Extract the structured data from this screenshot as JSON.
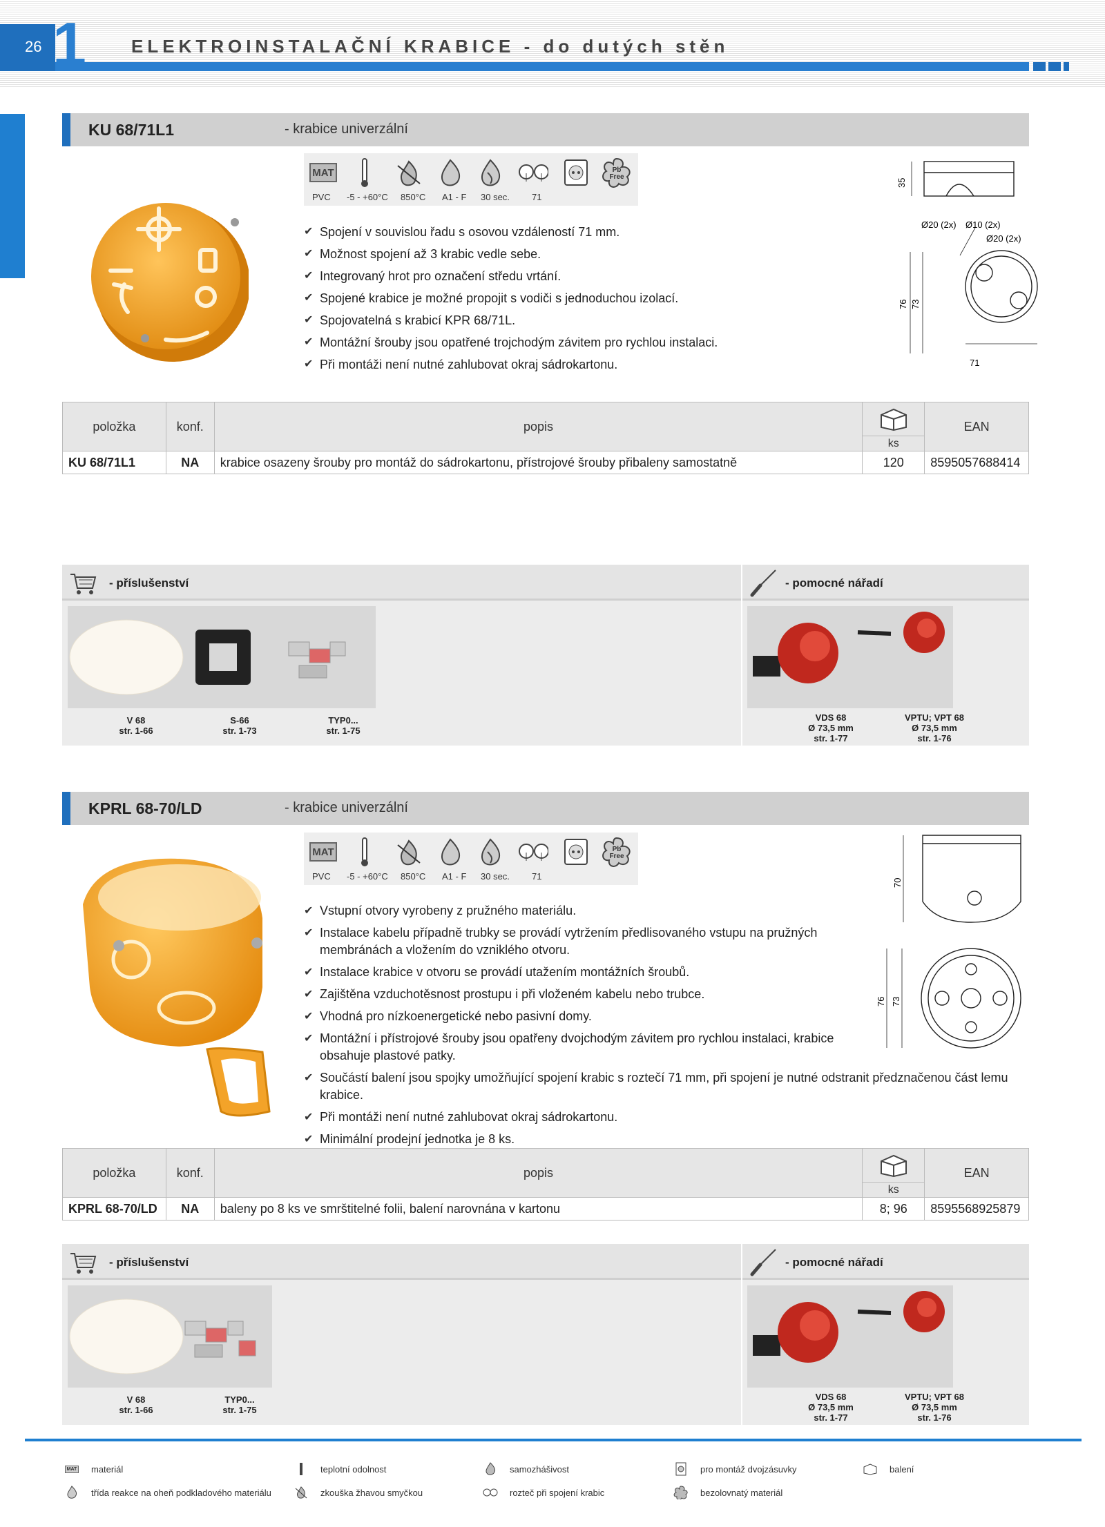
{
  "header": {
    "page_number": "26",
    "chapter": "1",
    "title": "ELEKTROINSTALAČNÍ KRABICE - do dutých stěn"
  },
  "icon_labels": [
    "PVC",
    "-5 - +60°C",
    "850°C",
    "A1 - F",
    "30 sec.",
    "71"
  ],
  "icon_mat": "MAT",
  "icon_pbfree": "Pb Free",
  "products": [
    {
      "code": "KU 68/71L1",
      "desc": "- krabice univerzální",
      "bullets": [
        "Spojení v souvislou řadu s osovou vzdáleností 71 mm.",
        "Možnost spojení až 3 krabic vedle sebe.",
        "Integrovaný hrot pro označení středu vrtání.",
        "Spojené krabice je možné propojit s vodiči s jednoduchou izolací.",
        "Spojovatelná s krabicí KPR 68/71L.",
        "Montážní šrouby jsou opatřené trojchodým závitem pro rychlou instalaci.",
        "Při montáži není nutné zahlubovat okraj sádrokartonu."
      ],
      "drawing": {
        "height": "35",
        "holes_a": "Ø20 (2x)",
        "holes_b": "Ø10 (2x)",
        "holes_c": "Ø20 (2x)",
        "outer": "76",
        "inner": "73",
        "width": "71"
      },
      "table": {
        "item": "KU 68/71L1",
        "conf": "NA",
        "desc": "krabice osazeny šrouby pro montáž do sádrokartonu, přístrojové šrouby přibaleny samostatně",
        "ks": "120",
        "ean": "8595057688414"
      },
      "accessories": [
        {
          "name": "V 68",
          "page": "str. 1-66"
        },
        {
          "name": "S-66",
          "page": "str. 1-73"
        },
        {
          "name": "TYP0...",
          "page": "str. 1-75"
        }
      ],
      "tools": [
        {
          "name": "VDS 68",
          "size": "Ø 73,5 mm",
          "page": "str. 1-77"
        },
        {
          "name": "VPTU; VPT 68",
          "size": "Ø 73,5 mm",
          "page": "str. 1-76"
        }
      ]
    },
    {
      "code": "KPRL 68-70/LD",
      "desc": "- krabice univerzální",
      "bullets": [
        "Vstupní otvory vyrobeny z pružného materiálu.",
        "Instalace kabelu případně trubky se provádí vytržením předlisovaného vstupu na pružných membránách a vložením do vzniklého otvoru.",
        "Instalace krabice v otvoru se provádí utažením montážních šroubů.",
        "Zajištěna vzduchotěsnost prostupu i při vloženém kabelu nebo trubce.",
        "Vhodná pro nízkoenergetické nebo pasivní domy.",
        "Montážní i přístrojové šrouby jsou opatřeny dvojchodým závitem pro rychlou instalaci, krabice obsahuje plastové patky.",
        "Součástí balení jsou spojky umožňující spojení krabic s roztečí 71 mm, při spojení je nutné odstranit předznačenou část lemu krabice.",
        "Při montáži není nutné zahlubovat okraj sádrokartonu.",
        "Minimální prodejní jednotka je 8 ks."
      ],
      "drawing": {
        "height": "70",
        "outer": "76",
        "inner": "73"
      },
      "table": {
        "item": "KPRL 68-70/LD",
        "conf": "NA",
        "desc": "baleny po 8 ks ve smrštitelné folii, balení narovnána v kartonu",
        "ks": "8; 96",
        "ean": "8595568925879"
      },
      "accessories": [
        {
          "name": "V 68",
          "page": "str. 1-66"
        },
        {
          "name": "TYP0...",
          "page": "str. 1-75"
        }
      ],
      "tools": [
        {
          "name": "VDS 68",
          "size": "Ø 73,5 mm",
          "page": "str. 1-77"
        },
        {
          "name": "VPTU; VPT 68",
          "size": "Ø 73,5 mm",
          "page": "str. 1-76"
        }
      ]
    }
  ],
  "table_headers": {
    "item": "položka",
    "conf": "konf.",
    "desc": "popis",
    "ks": "ks",
    "ean": "EAN"
  },
  "accessories_label": "- příslušenství",
  "tools_label": "- pomocné nářadí",
  "legend": {
    "material": "materiál",
    "temperature": "teplotní odolnost",
    "self_extinguish": "samozhášivost",
    "double_socket": "pro montáž dvojzásuvky",
    "packaging": "balení",
    "flame_reaction": "třída reakce na oheň podkladového materiálu",
    "glow_wire": "zkouška žhavou smyčkou",
    "spacing": "rozteč při spojení krabic",
    "lead_free": "bezolovnatý materiál"
  },
  "colors": {
    "brand_blue": "#1f6fbd",
    "box_orange": "#f5a623",
    "section_gray": "#d0d0d0"
  }
}
